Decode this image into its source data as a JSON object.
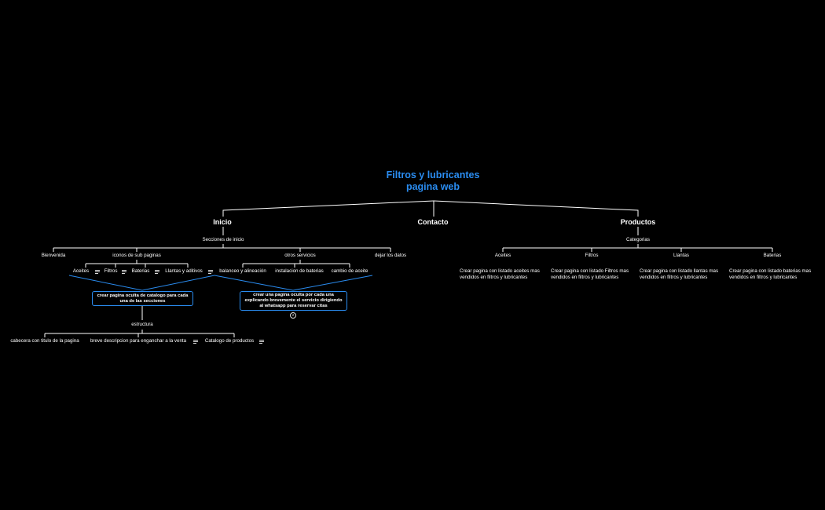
{
  "root": {
    "line1": "Filtros y lubricantes",
    "line2": "pagina web"
  },
  "inicio": {
    "label": "Inicio",
    "secciones": "Secciones de inicio",
    "bienvenida": "Bienvenida",
    "iconos": "iconos de sub paginas",
    "iconos_items": [
      "Aceites",
      "Filtros",
      "Baterias",
      "Llantas y aditivos"
    ],
    "otros": "otros servicios",
    "otros_items": [
      "balanceo y alineación",
      "instalacion de baterias",
      "cambio de aceite"
    ],
    "dejar": "dejar los datos",
    "callout_catalogo": "crear pagina oculta de catalogo para cada una de las secciones",
    "callout_servicios": "crear una pagina oculta por cada una explicando brevemente el servicio dirigiendo al whatsapp para reservar citas",
    "badge": "2",
    "estructura": "estructura",
    "estructura_items": [
      "cabecera con titulo de la pagina",
      "breve descripcion para enganchar a la venta",
      "Catalogo de productos"
    ]
  },
  "contacto": {
    "label": "Contacto"
  },
  "productos": {
    "label": "Productos",
    "categorias": "Categorias",
    "items": [
      {
        "name": "Aceites",
        "desc": "Crear pagina con listado aceites mas vendidos en filtros y lubricantes"
      },
      {
        "name": "Filtros",
        "desc": "Crear pagina con listado Filtros mas vendidos en filtros y lubricantes"
      },
      {
        "name": "Llantas",
        "desc": "Crear pagina con listado llantas mas vendidos en filtros y lubricantes"
      },
      {
        "name": "Baterias",
        "desc": "Crear pagina con listado baterias mas vendidos en filtros y lubricantes"
      }
    ]
  },
  "colors": {
    "accent": "#2a8cf0",
    "line": "#ffffff",
    "background": "#000000"
  }
}
